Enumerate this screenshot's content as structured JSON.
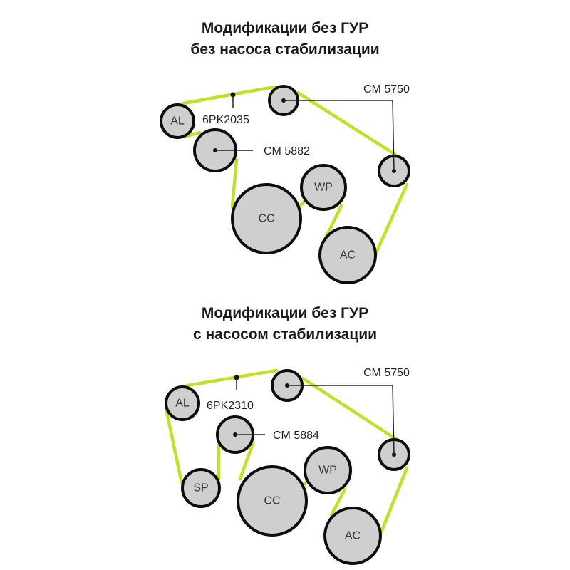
{
  "diagrams": [
    {
      "title_line1": "Модификации без ГУР",
      "title_line2": "без насоса стабилизации",
      "belt_label": "6PK2035",
      "tensioner_label": "CM 5882",
      "idler_label": "CM 5750",
      "pulleys": {
        "al": "AL",
        "cc": "CC",
        "wp": "WP",
        "ac": "AC"
      }
    },
    {
      "title_line1": "Модификации без ГУР",
      "title_line2": "с насосом стабилизации",
      "belt_label": "6PK2310",
      "tensioner_label": "CM 5884",
      "idler_label": "CM 5750",
      "pulleys": {
        "al": "AL",
        "sp": "SP",
        "cc": "CC",
        "wp": "WP",
        "ac": "AC"
      }
    }
  ],
  "colors": {
    "belt": "#c6dd2b",
    "pulley": "#cfcfcf",
    "outline": "#0d0d0d"
  }
}
